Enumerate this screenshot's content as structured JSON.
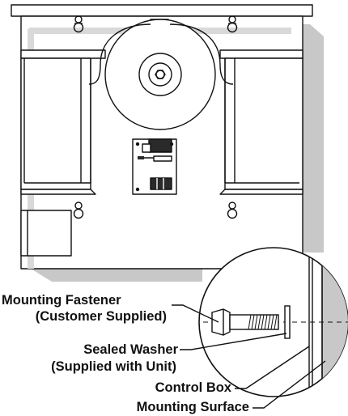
{
  "colors": {
    "line": "#111111",
    "shadow": "#c8c8c8",
    "fill": "#ffffff"
  },
  "labels": {
    "mounting_fastener": "Mounting Fastener",
    "customer_supplied": "(Customer Supplied)",
    "sealed_washer": "Sealed Washer",
    "supplied_with_unit": "(Supplied with Unit)",
    "control_box": "Control Box",
    "mounting_surface": "Mounting Surface"
  }
}
